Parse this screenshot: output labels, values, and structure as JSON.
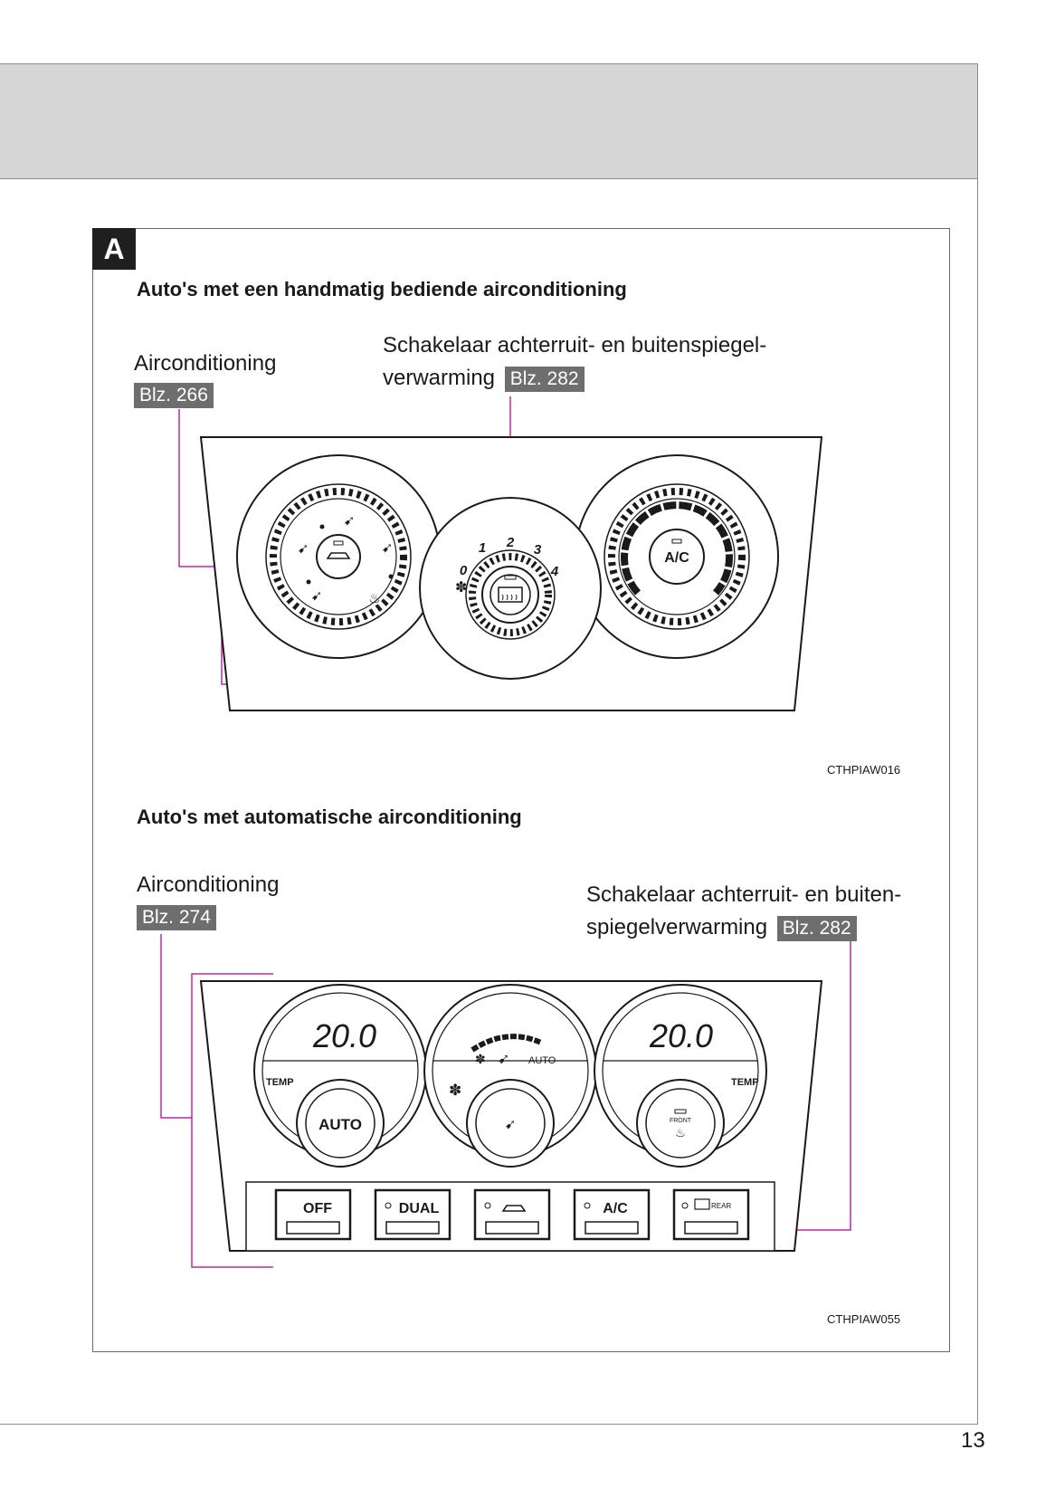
{
  "page": {
    "number": "13",
    "section_letter": "A"
  },
  "manual_ac": {
    "heading": "Auto's met een handmatig bediende airconditioning",
    "ac_label": "Airconditioning",
    "ac_ref": "Blz. 266",
    "defogger_label_line1": "Schakelaar achterruit- en buitenspiegel-",
    "defogger_label_line2": "verwarming",
    "defogger_ref": "Blz. 282",
    "fan_speeds": [
      "0",
      "1",
      "2",
      "3",
      "4"
    ],
    "ac_button_text": "A/C",
    "figure_code": "CTHPIAW016"
  },
  "auto_ac": {
    "heading": "Auto's met automatische airconditioning",
    "ac_label": "Airconditioning",
    "ac_ref": "Blz. 274",
    "defogger_label_line1": "Schakelaar achterruit- en buiten-",
    "defogger_label_line2": "spiegelverwarming",
    "defogger_ref": "Blz. 282",
    "temp_left": "20.0",
    "temp_right": "20.0",
    "temp_label": "TEMP",
    "auto_display_text": "AUTO",
    "auto_knob_text": "AUTO",
    "front_text": "FRONT",
    "buttons": [
      "OFF",
      "DUAL",
      "",
      "A/C",
      "REAR"
    ],
    "figure_code": "CTHPIAW055"
  },
  "colors": {
    "callout": "#c02aa6",
    "ref_badge": "#6e6e6e",
    "header_band": "#d6d6d6"
  }
}
